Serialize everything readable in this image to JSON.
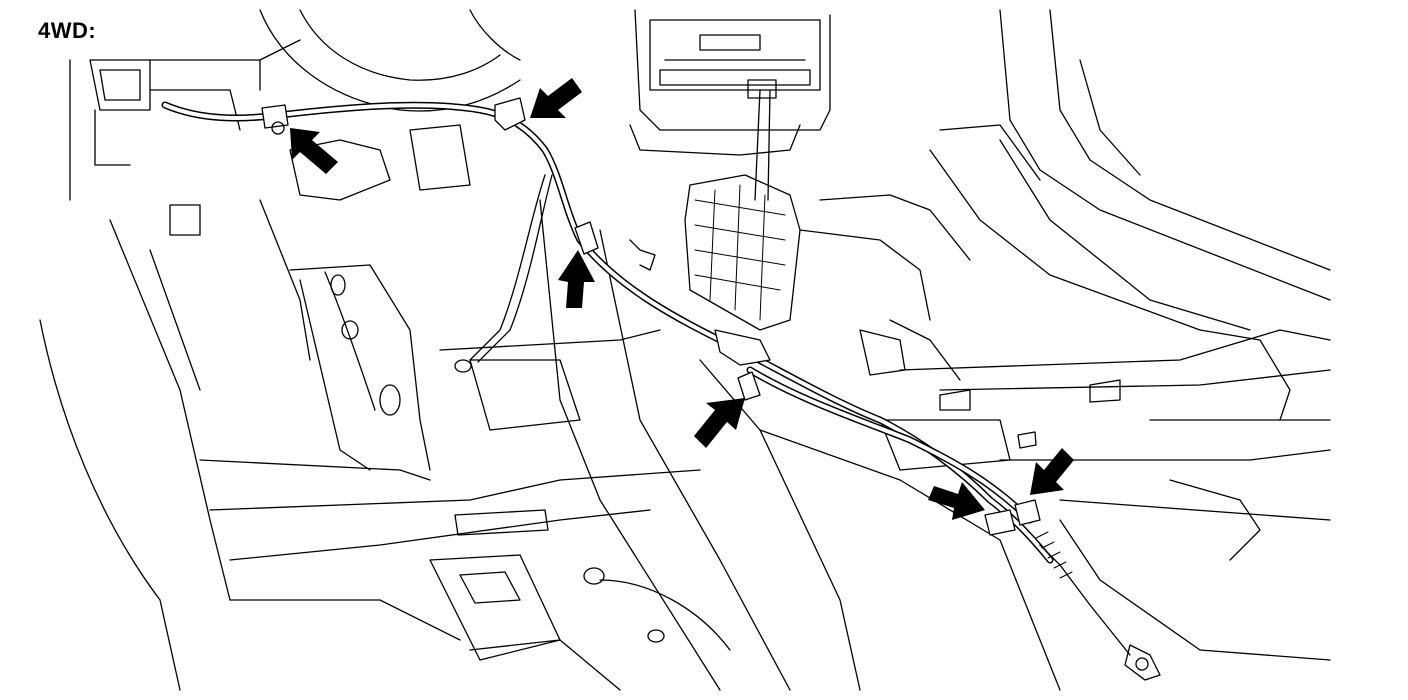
{
  "diagram": {
    "label": "4WD:",
    "arrows": [
      {
        "name": "clamp-arrow-left-upper",
        "direction": "up-left"
      },
      {
        "name": "clamp-arrow-top-center",
        "direction": "down-left"
      },
      {
        "name": "clamp-arrow-mid-left",
        "direction": "up"
      },
      {
        "name": "clamp-arrow-center",
        "direction": "up-right"
      },
      {
        "name": "clamp-arrow-right-a",
        "direction": "right"
      },
      {
        "name": "clamp-arrow-right-b",
        "direction": "down-left"
      }
    ],
    "colors": {
      "line": "#000000",
      "background": "#ffffff"
    }
  }
}
